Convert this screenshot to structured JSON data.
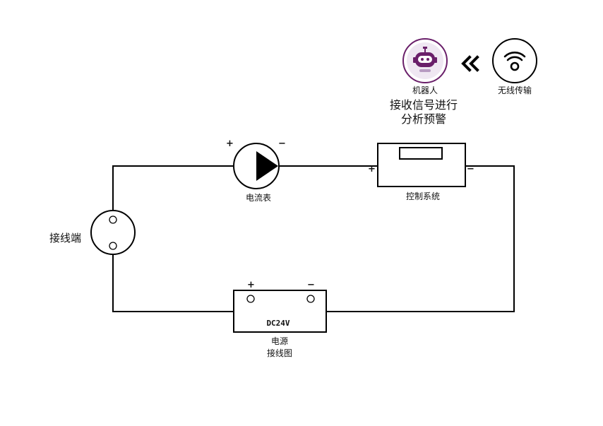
{
  "labels": {
    "robot": "机器人",
    "wireless": "无线传输",
    "analysis_line1": "接收信号进行",
    "analysis_line2": "分析预警",
    "ammeter": "电流表",
    "control_system": "控制系统",
    "terminal": "接线端",
    "power_supply": "电源",
    "voltage": "DC24V",
    "wiring_diagram": "接线图"
  },
  "signs": {
    "plus": "+",
    "minus": "−"
  },
  "icons": {
    "robot": "robot-icon",
    "wireless": "wifi-icon",
    "arrow": "double-chevron-left-icon"
  },
  "colors": {
    "robot_accent": "#6a1f6a",
    "robot_ring": "#b79bc2",
    "line": "#000000"
  }
}
